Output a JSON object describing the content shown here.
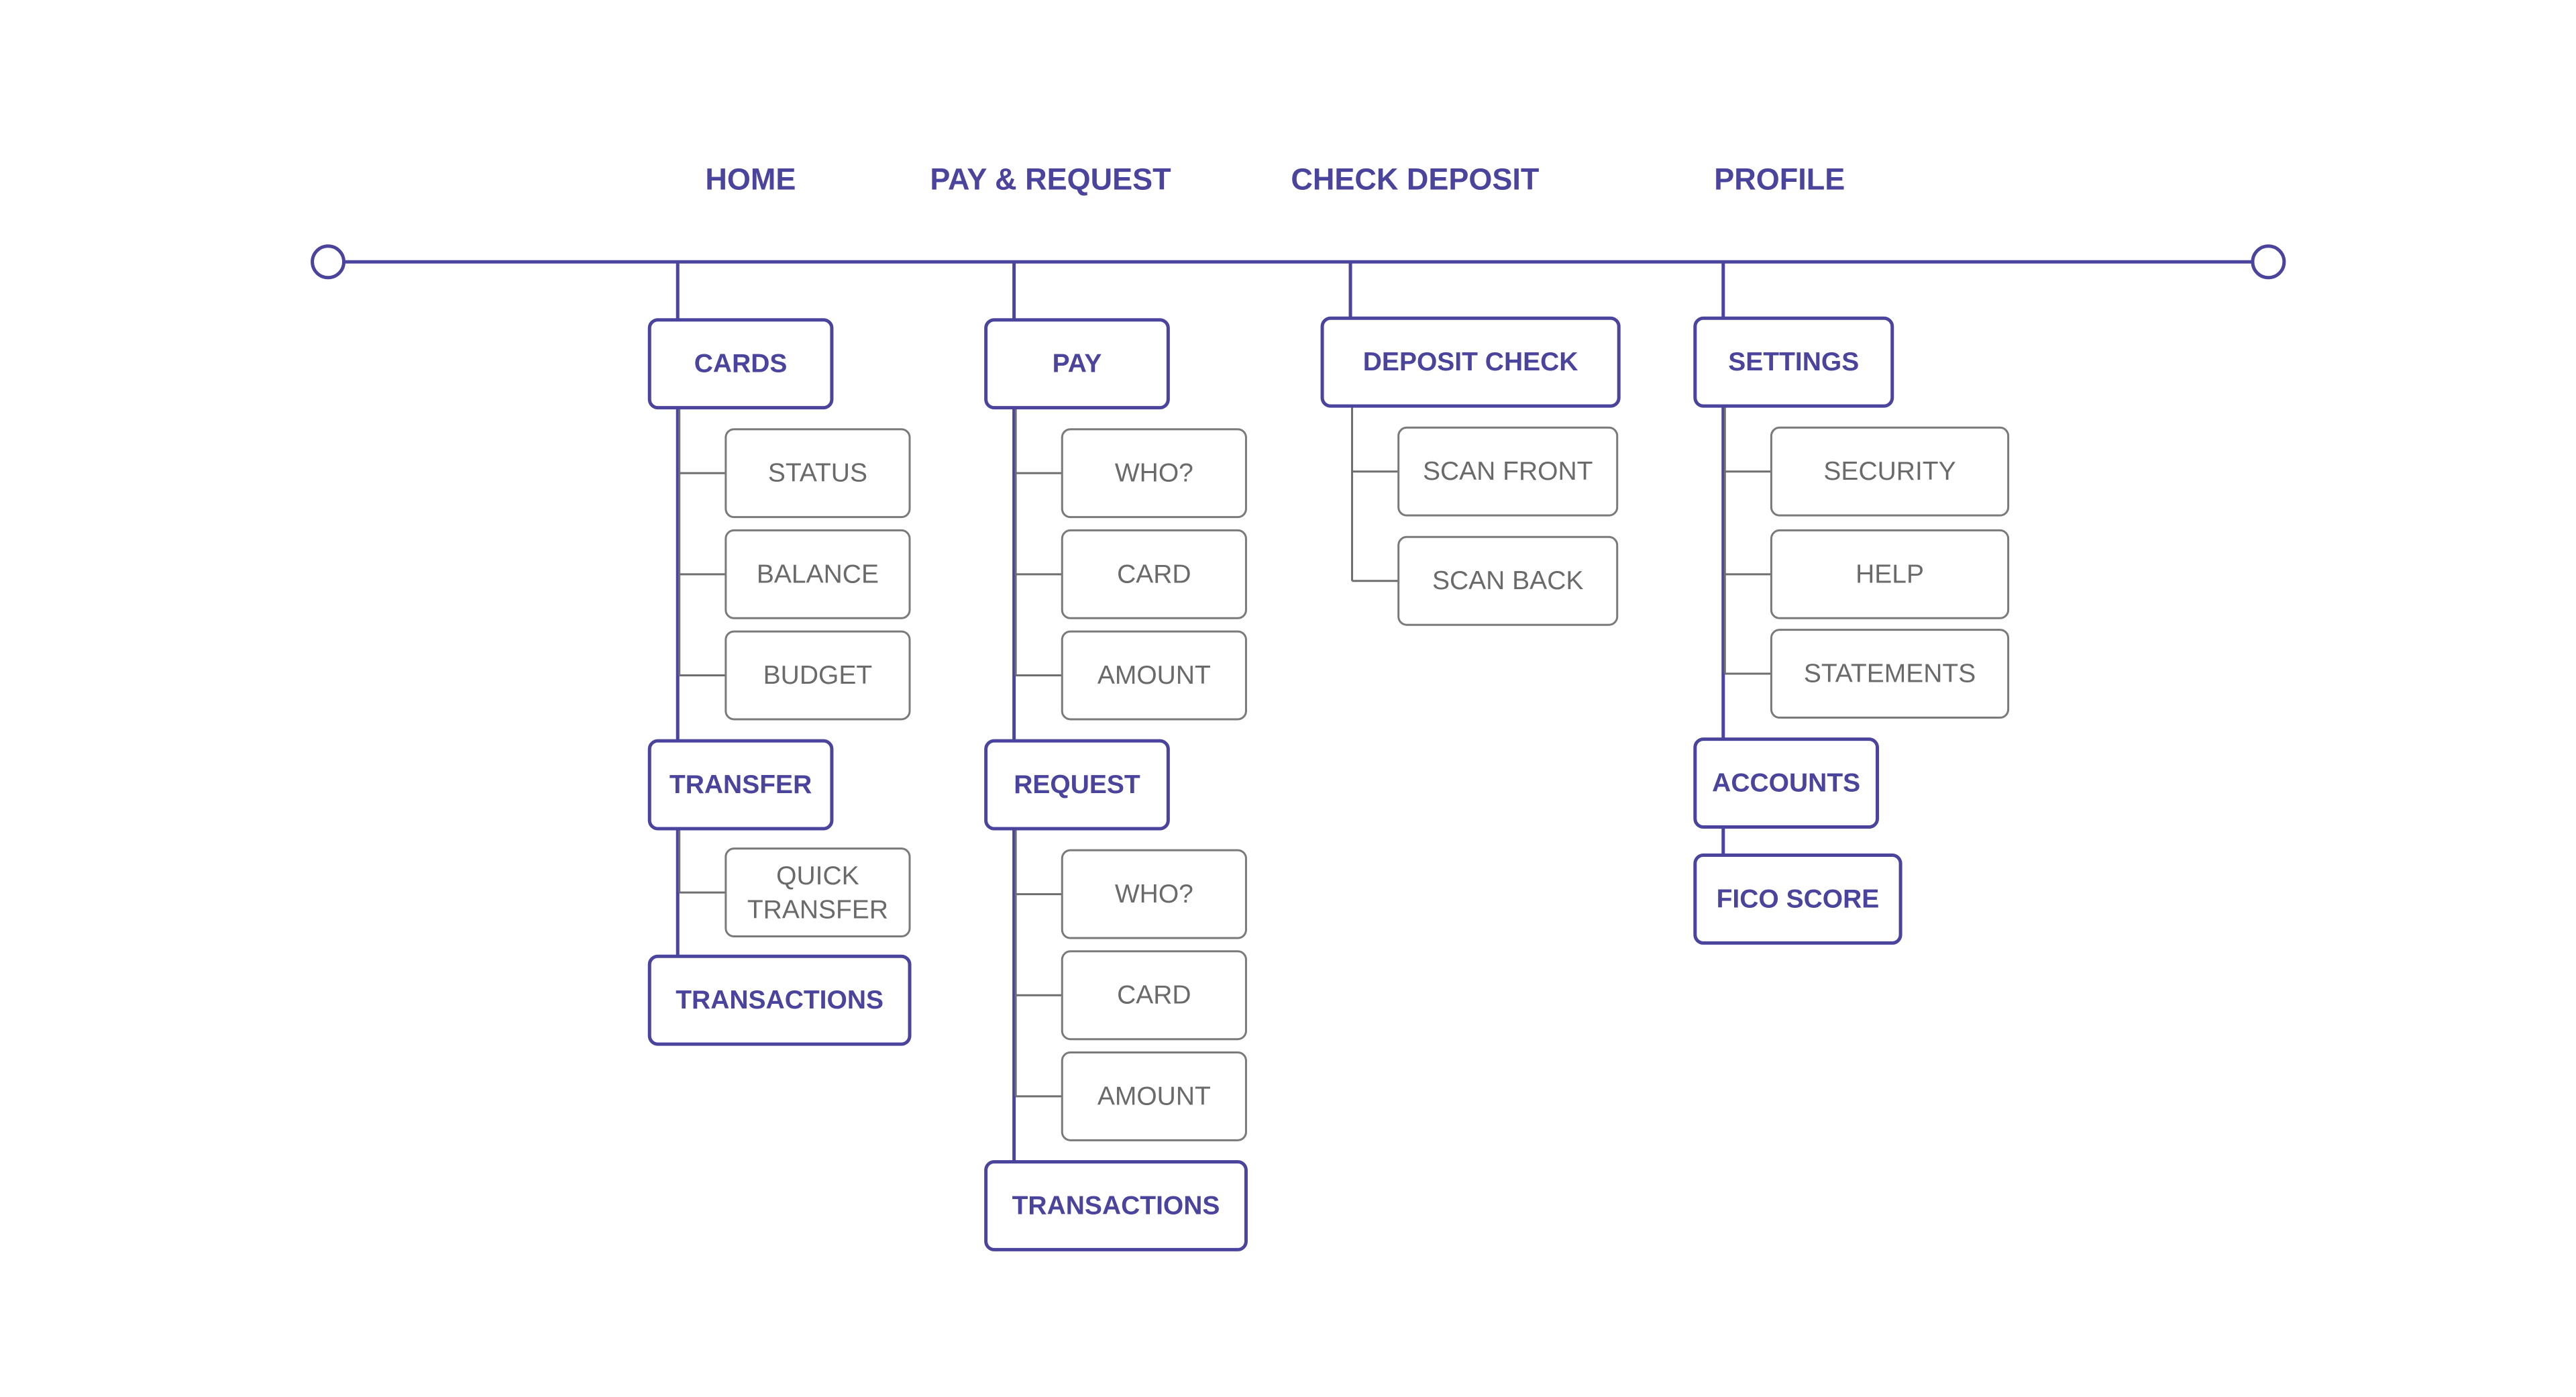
{
  "colors": {
    "accent": "#4b449d",
    "secondary_border": "#7a7a7a",
    "secondary_text": "#6a6a6a",
    "background": "#ffffff"
  },
  "sections": [
    {
      "label": "HOME",
      "groups": [
        {
          "label": "CARDS",
          "children": [
            "STATUS",
            "BALANCE",
            "BUDGET"
          ]
        },
        {
          "label": "TRANSFER",
          "children": [
            "QUICK TRANSFER"
          ]
        },
        {
          "label": "TRANSACTIONS",
          "children": []
        }
      ]
    },
    {
      "label": "PAY & REQUEST",
      "groups": [
        {
          "label": "PAY",
          "children": [
            "WHO?",
            "CARD",
            "AMOUNT"
          ]
        },
        {
          "label": "REQUEST",
          "children": [
            "WHO?",
            "CARD",
            "AMOUNT"
          ]
        },
        {
          "label": "TRANSACTIONS",
          "children": []
        }
      ]
    },
    {
      "label": "CHECK DEPOSIT",
      "groups": [
        {
          "label": "DEPOSIT CHECK",
          "children": [
            "SCAN FRONT",
            "SCAN BACK"
          ]
        }
      ]
    },
    {
      "label": "PROFILE",
      "groups": [
        {
          "label": "SETTINGS",
          "children": [
            "SECURITY",
            "HELP",
            "STATEMENTS"
          ]
        },
        {
          "label": "ACCOUNTS",
          "children": []
        },
        {
          "label": "FICO SCORE",
          "children": []
        }
      ]
    }
  ]
}
